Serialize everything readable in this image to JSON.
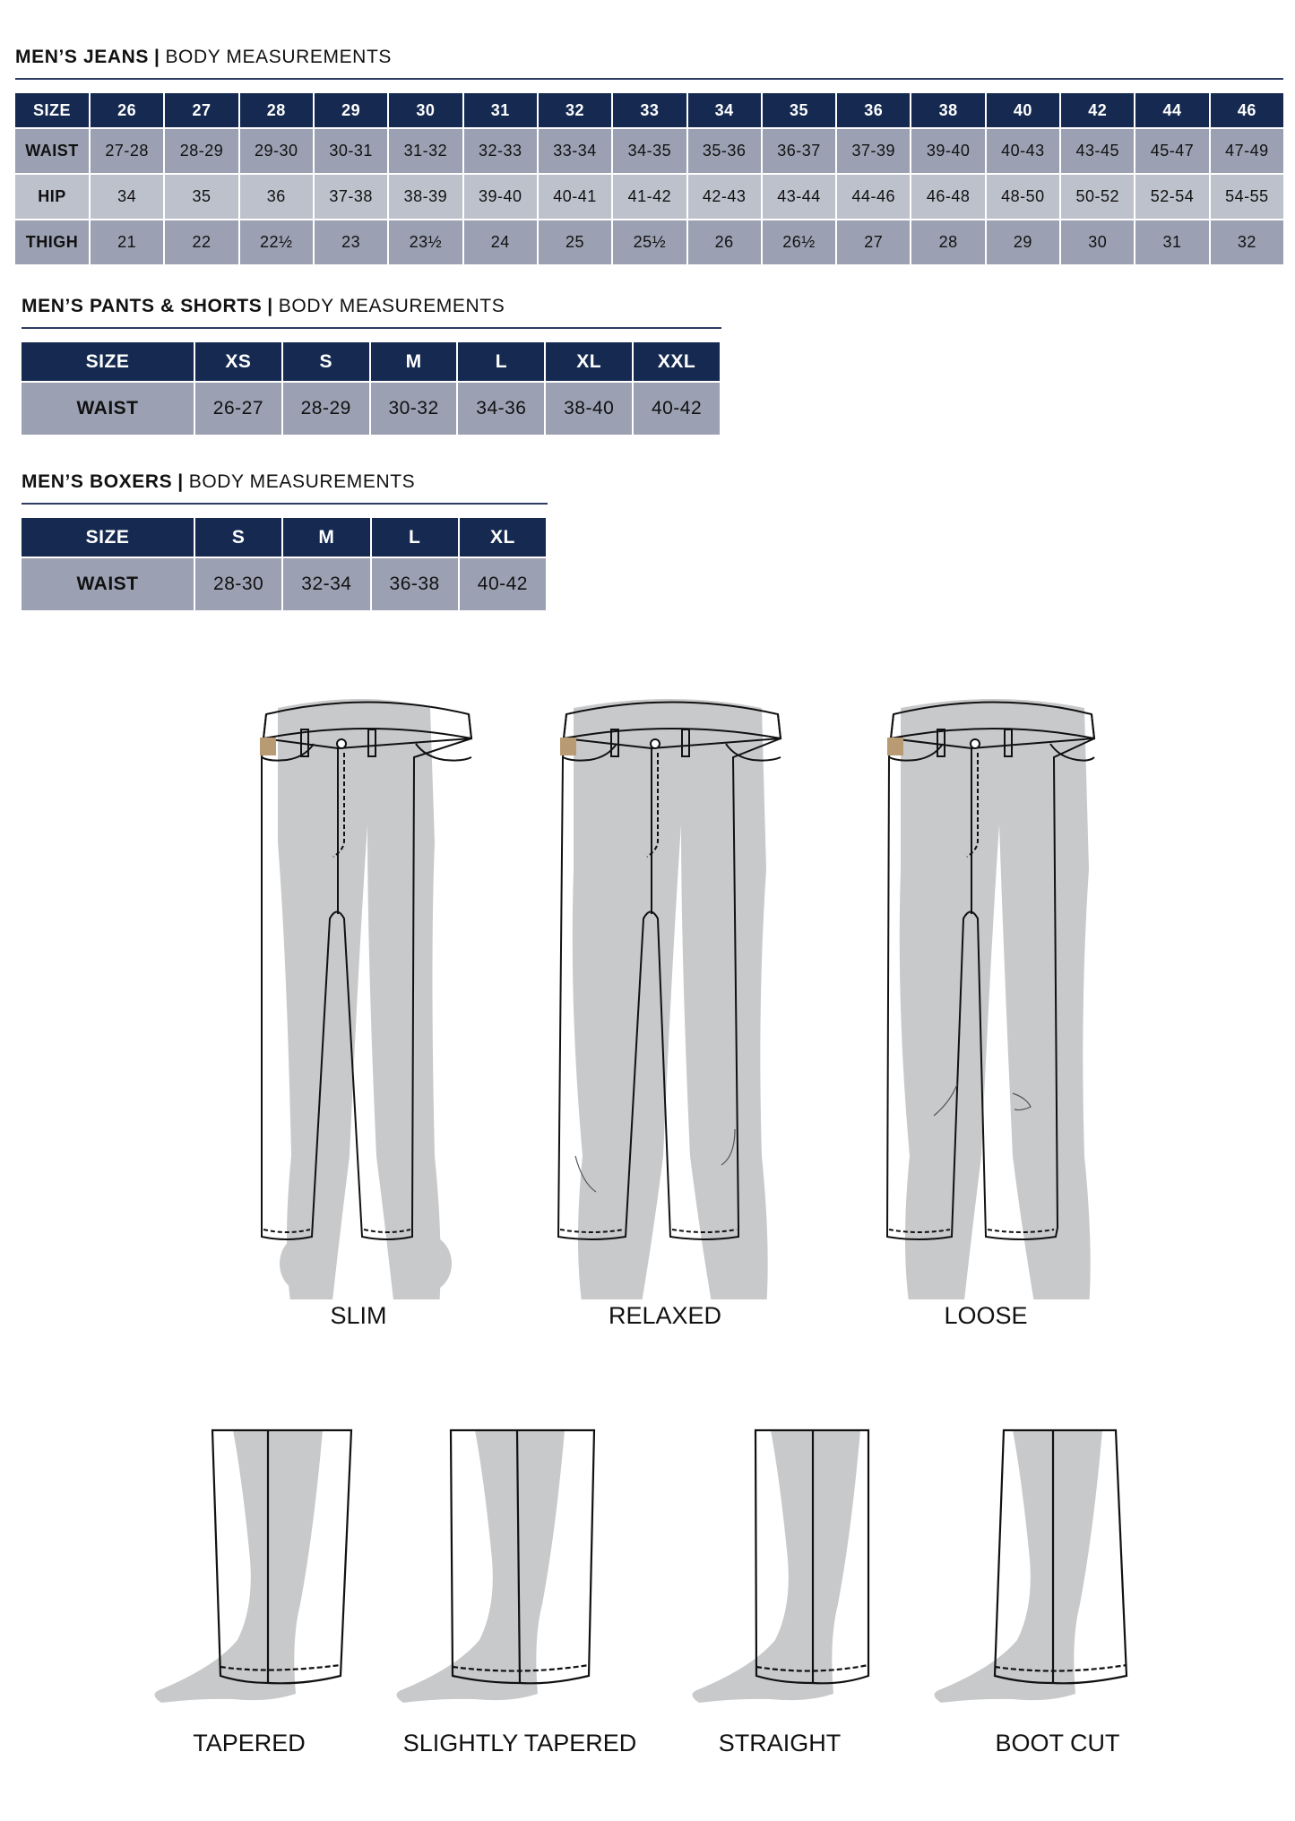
{
  "jeans": {
    "title_bold": "MEN’S JEANS",
    "separator": "|",
    "title_rest": "BODY MEASUREMENTS",
    "header_label": "SIZE",
    "sizes": [
      "26",
      "27",
      "28",
      "29",
      "30",
      "31",
      "32",
      "33",
      "34",
      "35",
      "36",
      "38",
      "40",
      "42",
      "44",
      "46"
    ],
    "rows": [
      {
        "label": "WAIST",
        "values": [
          "27-28",
          "28-29",
          "29-30",
          "30-31",
          "31-32",
          "32-33",
          "33-34",
          "34-35",
          "35-36",
          "36-37",
          "37-39",
          "39-40",
          "40-43",
          "43-45",
          "45-47",
          "47-49"
        ]
      },
      {
        "label": "HIP",
        "values": [
          "34",
          "35",
          "36",
          "37-38",
          "38-39",
          "39-40",
          "40-41",
          "41-42",
          "42-43",
          "43-44",
          "44-46",
          "46-48",
          "48-50",
          "50-52",
          "52-54",
          "54-55"
        ]
      },
      {
        "label": "THIGH",
        "values": [
          "21",
          "22",
          "22½",
          "23",
          "23½",
          "24",
          "25",
          "25½",
          "26",
          "26½",
          "27",
          "28",
          "29",
          "30",
          "31",
          "32"
        ]
      }
    ]
  },
  "pants": {
    "title_bold": "MEN’S PANTS & SHORTS",
    "separator": "|",
    "title_rest": "BODY MEASUREMENTS",
    "header_label": "SIZE",
    "sizes": [
      "XS",
      "S",
      "M",
      "L",
      "XL",
      "XXL"
    ],
    "rows": [
      {
        "label": "WAIST",
        "values": [
          "26-27",
          "28-29",
          "30-32",
          "34-36",
          "38-40",
          "40-42"
        ]
      }
    ]
  },
  "boxers": {
    "title_bold": "MEN’S BOXERS",
    "separator": "|",
    "title_rest": "BODY MEASUREMENTS",
    "header_label": "SIZE",
    "sizes": [
      "S",
      "M",
      "L",
      "XL"
    ],
    "rows": [
      {
        "label": "WAIST",
        "values": [
          "28-30",
          "32-34",
          "36-38",
          "40-42"
        ]
      }
    ]
  },
  "fits": {
    "labels": [
      "SLIM",
      "RELAXED",
      "LOOSE"
    ]
  },
  "leg_openings": {
    "labels": [
      "TAPERED",
      "SLIGHTLY TAPERED",
      "STRAIGHT",
      "BOOT CUT"
    ]
  },
  "colors": {
    "header_bg": "#162a51",
    "row_dark": "#9ba1b3",
    "row_light": "#bdc1cc",
    "body_silhouette": "#c8c9cb",
    "outline": "#111111",
    "patch": "#b89a73"
  }
}
